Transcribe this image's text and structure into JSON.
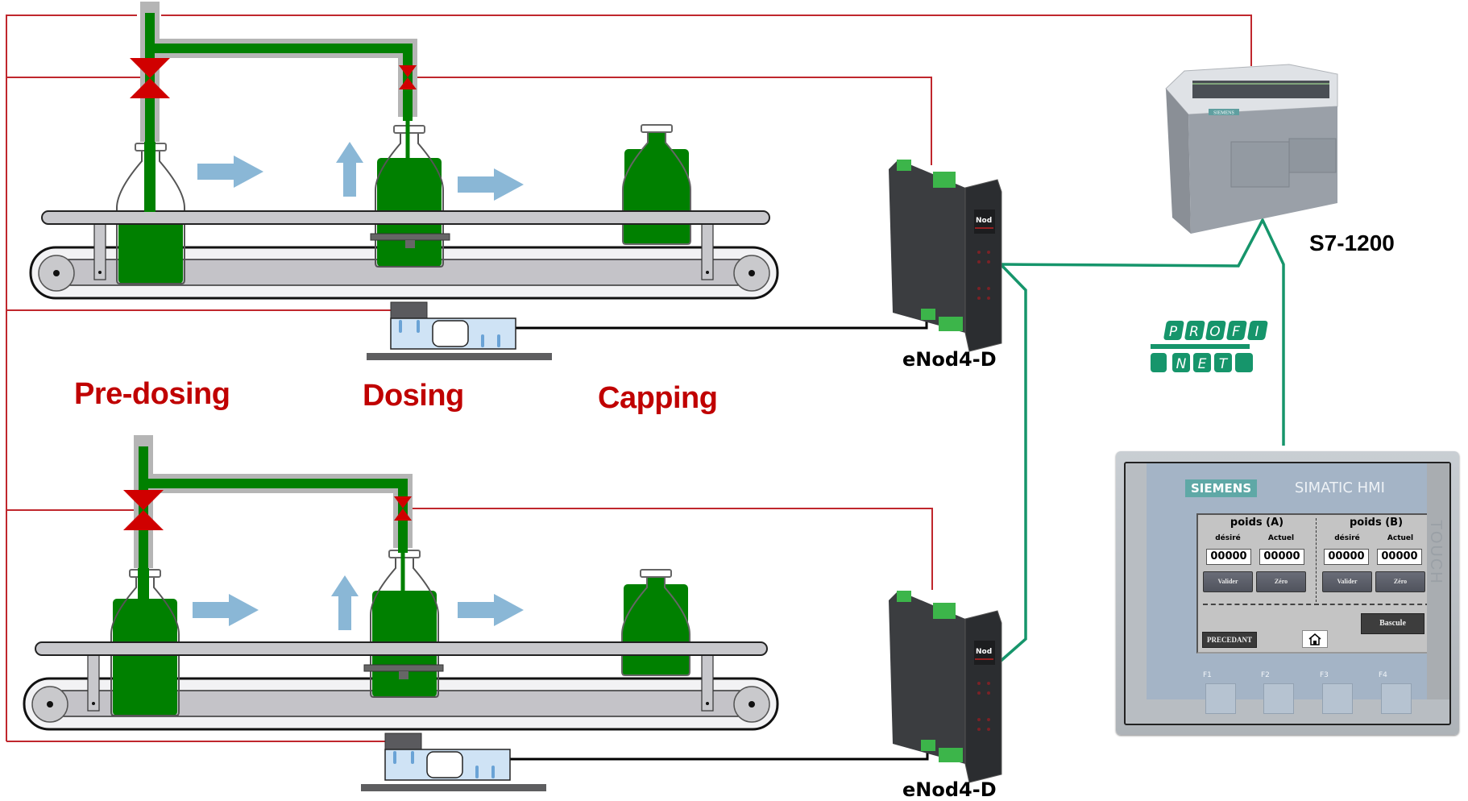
{
  "title": "Filling line weighing architecture",
  "stages": [
    "Pre-dosing",
    "Dosing",
    "Capping"
  ],
  "devices": {
    "weighing_controller_top": "eNod4-D",
    "weighing_controller_bottom": "eNod4-D",
    "plc": "S7-1200",
    "plc_brand": "SIEMENS",
    "network": {
      "line1": "PROFI",
      "line2": "NET"
    }
  },
  "hmi": {
    "brand": "SIEMENS",
    "model": "SIMATIC HMI",
    "side_text": "TOUCH",
    "panels": [
      {
        "title": "poids (A)",
        "setpoint_label": "désiré",
        "actual_label": "Actuel",
        "setpoint_value": "00000",
        "actual_value": "00000",
        "validate_label": "Valider",
        "zero_label": "Zéro"
      },
      {
        "title": "poids (B)",
        "setpoint_label": "désiré",
        "actual_label": "Actuel",
        "setpoint_value": "00000",
        "actual_value": "00000",
        "validate_label": "Valider",
        "zero_label": "Zéro"
      }
    ],
    "previous_label": "PRECEDANT",
    "home_icon": "home-icon",
    "bascule_label": "Bascule",
    "function_keys": [
      "F1",
      "F2",
      "F3",
      "F4"
    ]
  },
  "colors": {
    "signal_wire": "#c0272d",
    "profinet": "#16956b",
    "liquid": "#008000",
    "valve": "#d00000",
    "flow_arrow": "#8ab7d6",
    "stage_text": "#c00000"
  }
}
